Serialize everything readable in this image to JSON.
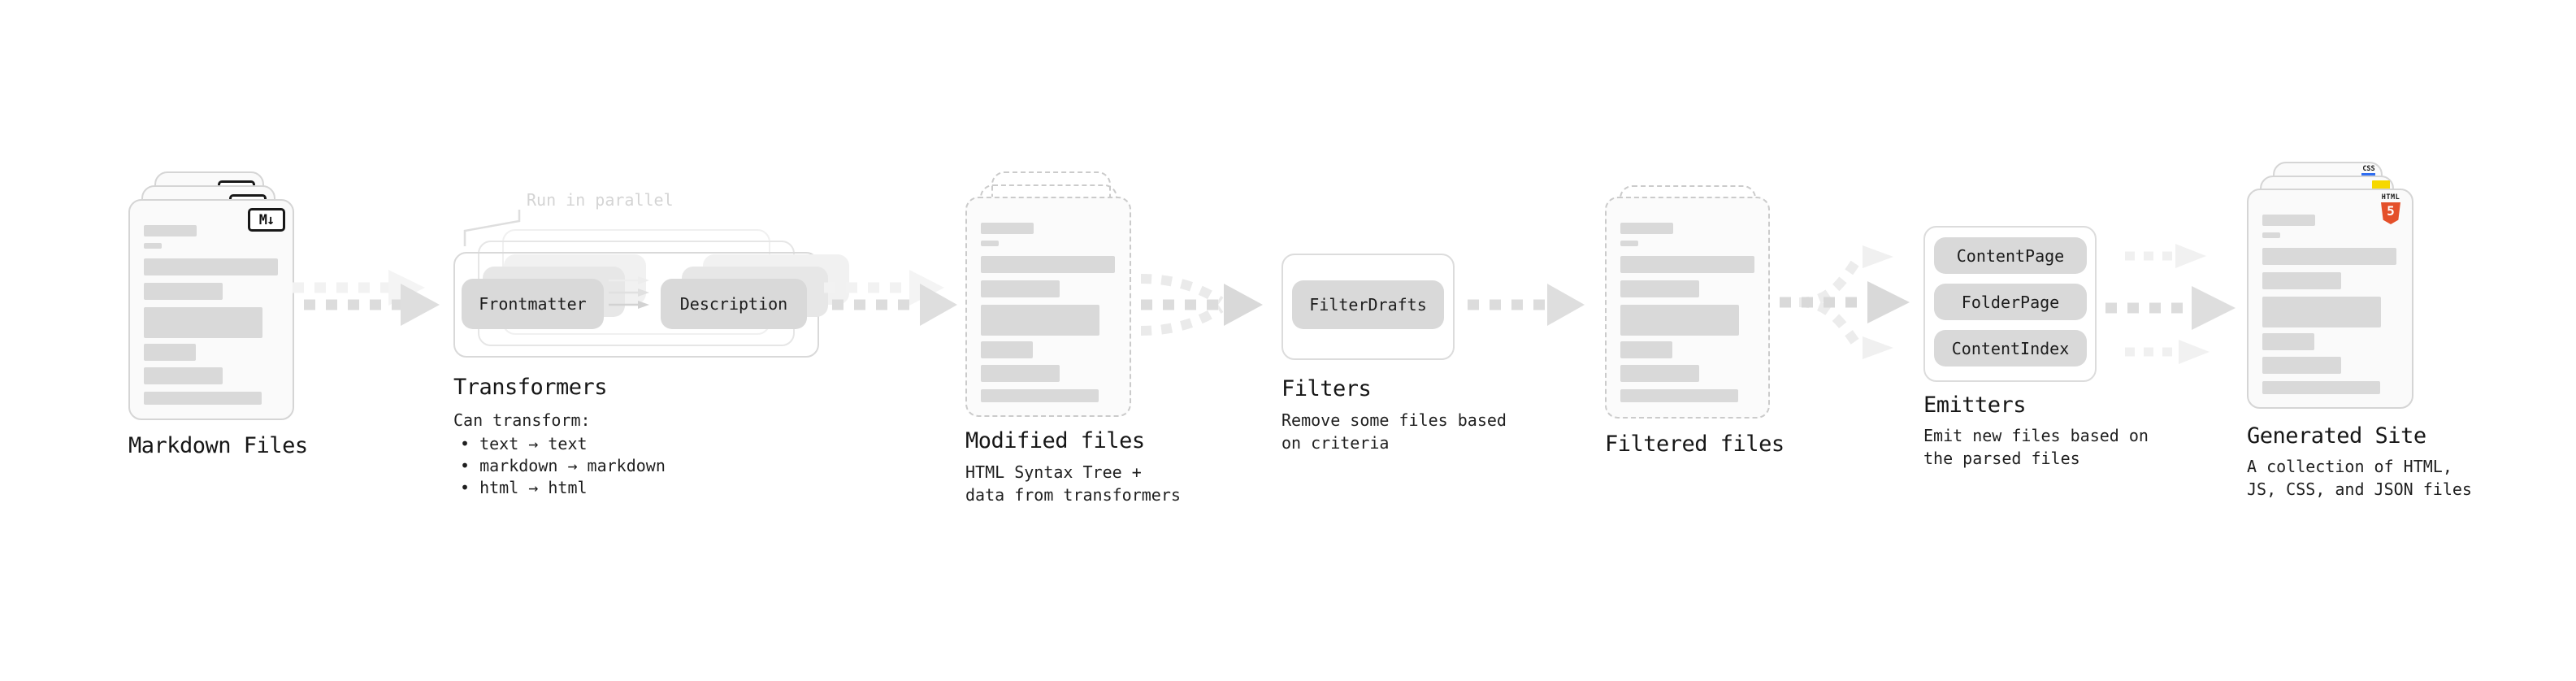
{
  "stages": {
    "markdown_files": {
      "label": "Markdown Files",
      "badge": "M↓"
    },
    "transformers": {
      "heading": "Transformers",
      "annotation": "Run in parallel",
      "pill_frontmatter": "Frontmatter",
      "pill_description": "Description",
      "desc_intro": "Can transform:",
      "bullets": [
        "text → text",
        "markdown → markdown",
        "html → html"
      ]
    },
    "modified_files": {
      "label": "Modified files",
      "desc_line1": "HTML Syntax Tree +",
      "desc_line2": "data from transformers"
    },
    "filters": {
      "heading": "Filters",
      "pill": "FilterDrafts",
      "desc_line1": "Remove some files based",
      "desc_line2": "on criteria"
    },
    "filtered_files": {
      "label": "Filtered files"
    },
    "emitters": {
      "heading": "Emitters",
      "pills": [
        "ContentPage",
        "FolderPage",
        "ContentIndex"
      ],
      "desc_line1": "Emit new files based on",
      "desc_line2": "the parsed files"
    },
    "generated_site": {
      "label": "Generated Site",
      "desc_line1": "A collection of HTML,",
      "desc_line2": "JS, CSS, and JSON files",
      "badge_html_word": "HTML",
      "badge_html_five": "5",
      "badge_css": "CSS"
    }
  },
  "colors": {
    "html5_orange": "#e4502a",
    "js_yellow": "#f6d800",
    "css_blue": "#2f6df0",
    "arrow_gray": "#dcdcdc",
    "pill_gray": "#d9d9d9"
  }
}
